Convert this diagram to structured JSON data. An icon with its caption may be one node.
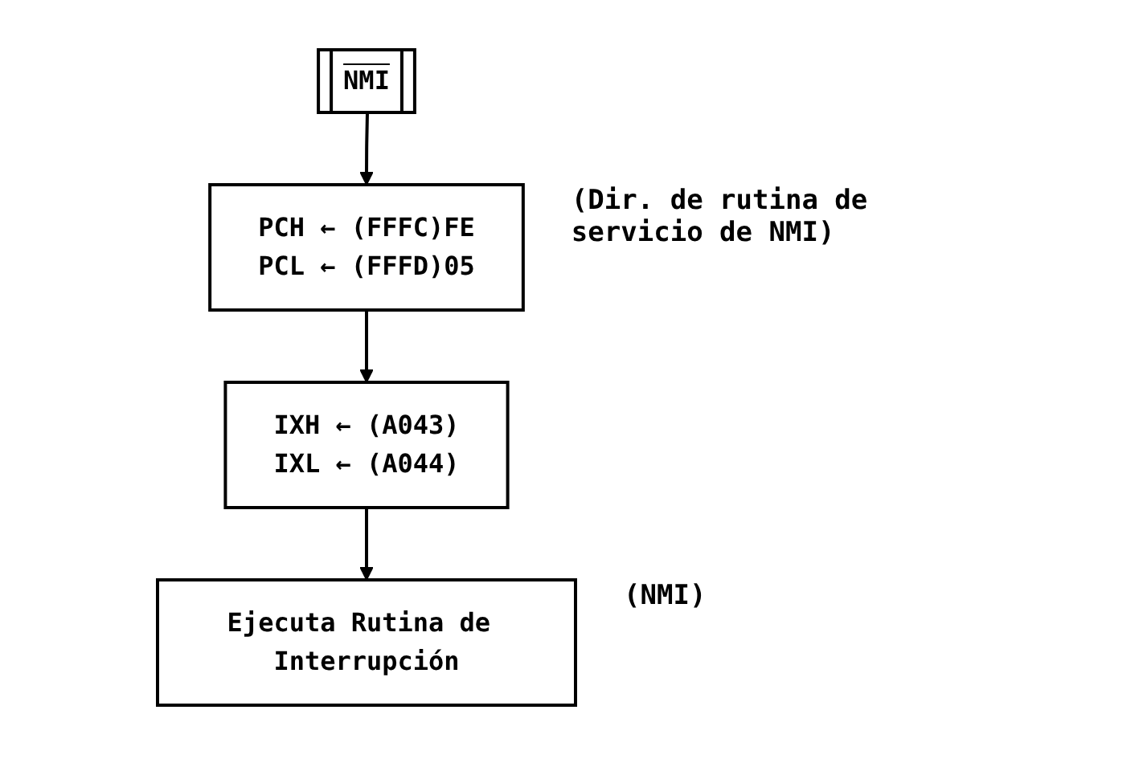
{
  "diagram": {
    "nodes": [
      {
        "text": [
          "NMI"
        ]
      },
      {
        "text": [
          "PCH ← (FFFC)FE",
          "PCL ← (FFFD)05"
        ],
        "beside": [
          "(Dir. de rutina de servicio de NMI)"
        ]
      },
      {
        "text": [
          "IXH ← (A043)",
          "IXL ← (A044)"
        ]
      },
      {
        "text": [
          "Ejecuta Rutina de Interrupción"
        ],
        "beside": [
          "(NMI)"
        ]
      }
    ],
    "edges": [
      {
        "from": 0,
        "to": 1,
        "arrow": "to"
      },
      {
        "from": 1,
        "to": 2,
        "arrow": "to"
      },
      {
        "from": 2,
        "to": 3,
        "arrow": "to"
      }
    ]
  }
}
